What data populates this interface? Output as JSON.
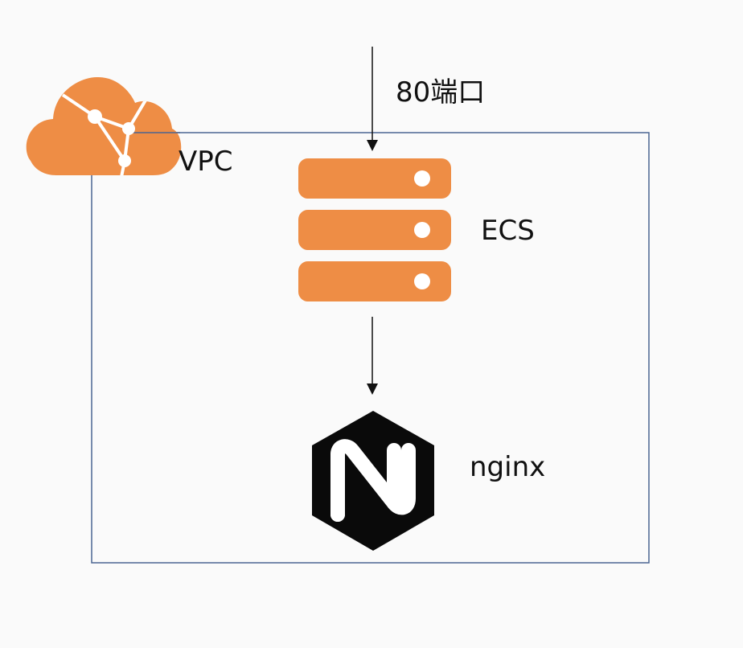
{
  "labels": {
    "port": "80端口",
    "vpc": "VPC",
    "ecs": "ECS",
    "nginx": "nginx"
  },
  "icons": {
    "vpc": "vpc-cloud-icon",
    "ecs": "server-stack-icon",
    "nginx": "nginx-logo-icon"
  },
  "colors": {
    "accent": "#EE8D45",
    "vpc_border": "#4A6491",
    "arrow": "#111111",
    "nginx_bg": "#0A0A0A",
    "nginx_letter": "#FFFFFF",
    "background": "#FAFAFA"
  }
}
